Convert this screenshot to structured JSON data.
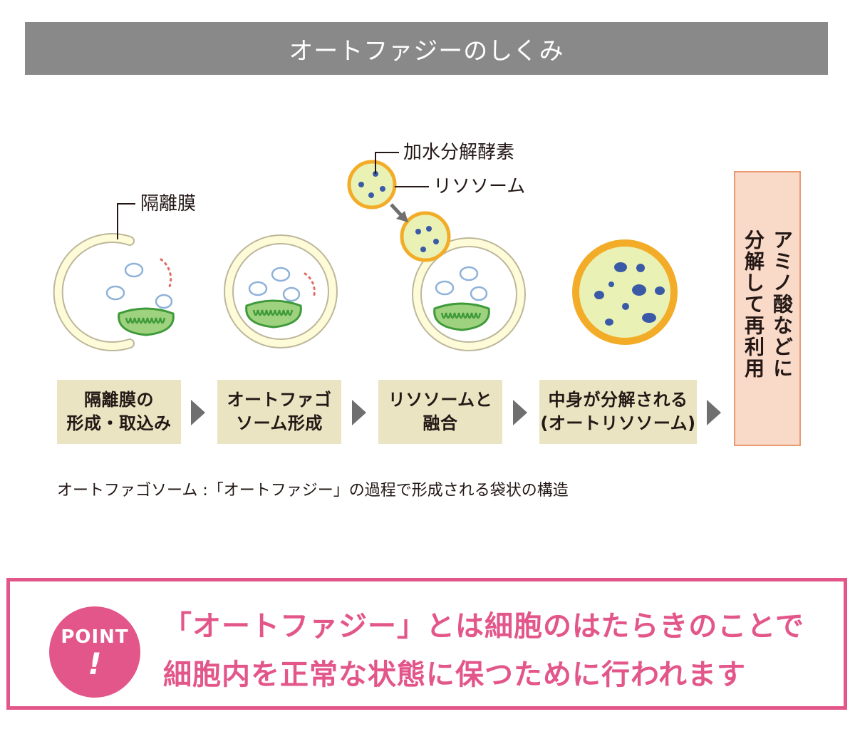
{
  "title": "オートファジーのしくみ",
  "labels": {
    "isolation_membrane": "隔離膜",
    "hydrolase": "加水分解酵素",
    "lysosome": "リソソーム"
  },
  "steps": [
    {
      "line1": "隔離膜の",
      "line2": "形成・取込み"
    },
    {
      "line1": "オートファゴ",
      "line2": "ソーム形成"
    },
    {
      "line1": "リソソームと",
      "line2": "融合"
    },
    {
      "line1": "中身が分解される",
      "line2": "(オートリソソーム)"
    }
  ],
  "final": {
    "col1": "アミノ酸などに",
    "col2": "分解して再利用"
  },
  "definition": "オートファゴソーム :「オートファジー」の過程で形成される袋状の構造",
  "point": {
    "badge": "POINT",
    "mark": "!",
    "line1": "「オートファジー」とは細胞のはたらきのことで",
    "line2": "細胞内を正常な状態に保つために行われます"
  },
  "colors": {
    "title_bar": "#8a8989",
    "membrane_fill": "#fdfbd8",
    "membrane_stroke": "#bdb79b",
    "lysosome_fill": "#eaf1b5",
    "lysosome_stroke": "#f2ac28",
    "enzyme": "#3a5aa8",
    "vesicle_stroke": "#8fb2d9",
    "mito_fill": "#9fd27f",
    "mito_stroke": "#3f9a3a",
    "dots": "#e06b62",
    "step_box": "#ebe4c2",
    "final_box": "#f9d9c8",
    "accent": "#e3568a"
  }
}
